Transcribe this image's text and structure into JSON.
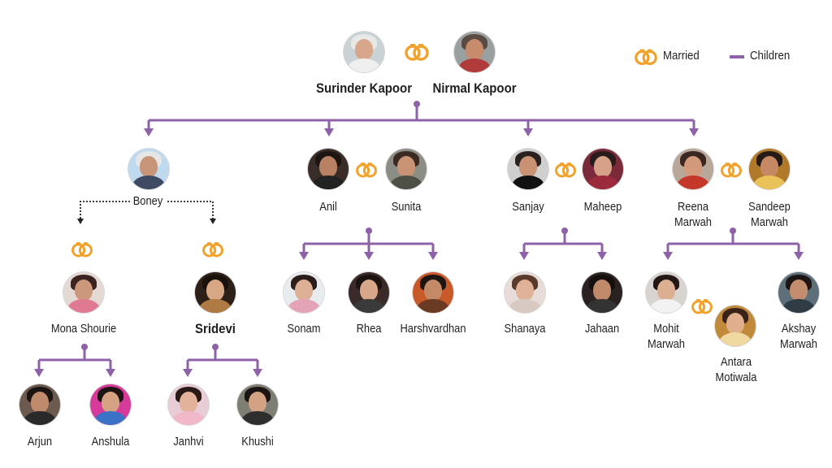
{
  "colors": {
    "line": "#8e62a8",
    "ring": "#f2a22b",
    "dotted": "#222222"
  },
  "legend": {
    "married": "Married",
    "children": "Children"
  },
  "people": {
    "surinder": "Surinder Kapoor",
    "nirmal": "Nirmal Kapoor",
    "boney": "Boney",
    "mona": "Mona Shourie",
    "sridevi": "Sridevi",
    "anil": "Anil",
    "sunita": "Sunita",
    "sanjay": "Sanjay",
    "maheep": "Maheep",
    "reena_1": "Reena",
    "reena_2": "Marwah",
    "sandeep_1": "Sandeep",
    "sandeep_2": "Marwah",
    "arjun": "Arjun",
    "anshula": "Anshula",
    "janhvi": "Janhvi",
    "khushi": "Khushi",
    "sonam": "Sonam",
    "rhea": "Rhea",
    "harshvardhan": "Harshvardhan",
    "shanaya": "Shanaya",
    "jahaan": "Jahaan",
    "mohit_1": "Mohit",
    "mohit_2": "Marwah",
    "antara_1": "Antara",
    "antara_2": "Motiwala",
    "akshay_1": "Akshay",
    "akshay_2": "Marwah"
  }
}
